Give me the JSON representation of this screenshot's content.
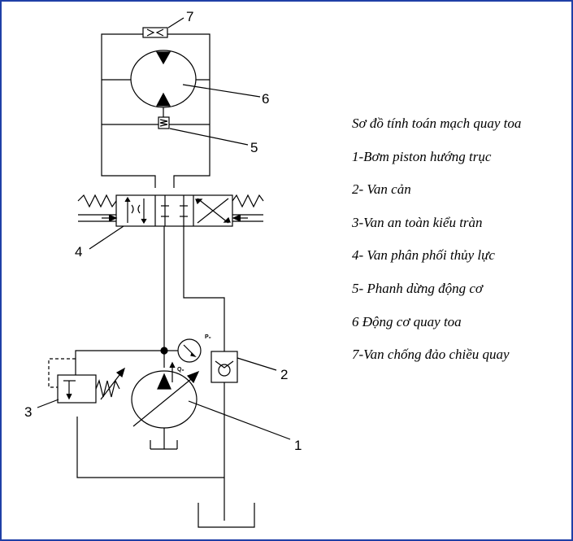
{
  "legend": {
    "title": "Sơ đồ tính toán mạch quay toa",
    "items": [
      "1-Bơm  piston hướng trục",
      "2- Van cản",
      "3-Van an toàn kiểu tràn",
      "4- Van phân phối thủy lực",
      "5- Phanh dừng động cơ",
      "6 Động cơ quay toa",
      "7-Van chống đảo chiều quay"
    ]
  },
  "callouts": [
    "1",
    "2",
    "3",
    "4",
    "5",
    "6",
    "7"
  ],
  "gauge_labels": {
    "pressure": "P₀",
    "flow": "Q₀"
  },
  "colors": {
    "frame": "#1f3fa6",
    "line": "#000000",
    "background": "#ffffff"
  }
}
